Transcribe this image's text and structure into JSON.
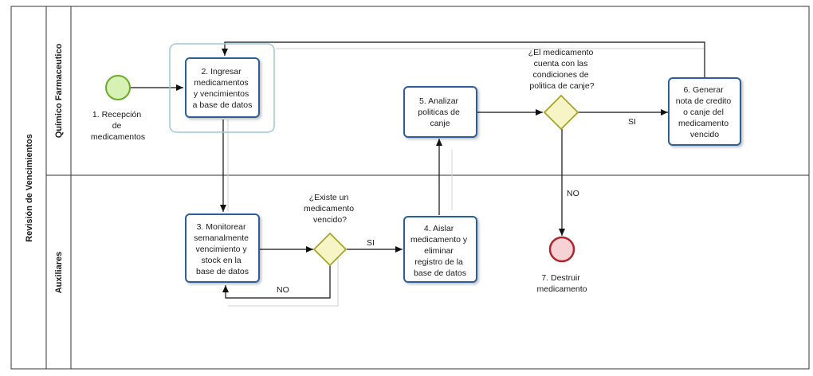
{
  "pool": {
    "title": "Revisión de Vencimientos"
  },
  "lanes": [
    {
      "title": "Químico Farmaceutico"
    },
    {
      "title": "Auxiliares"
    }
  ],
  "events": {
    "start": {
      "lines": [
        "1. Recepción",
        "de",
        "medicamentos"
      ]
    },
    "end": {
      "lines": [
        "7. Destruir",
        "medicamento"
      ]
    }
  },
  "tasks": {
    "t2": {
      "lines": [
        "2. Ingresar",
        "medicamentos",
        "y vencimientos",
        "a base de datos"
      ]
    },
    "t3": {
      "lines": [
        "3. Monitorear",
        "semanalmente",
        "vencimiento y",
        "stock  en la",
        "base de datos"
      ]
    },
    "t4": {
      "lines": [
        "4. Aislar",
        "medicamento y",
        "eliminar",
        "registro de la",
        "base de datos"
      ]
    },
    "t5": {
      "lines": [
        "5. Analizar",
        "politicas de",
        "canje"
      ]
    },
    "t6": {
      "lines": [
        "6. Generar",
        "nota de credito",
        "o  canje del",
        "medicamento",
        "vencido"
      ]
    }
  },
  "gateways": {
    "g1": {
      "question": [
        "¿Existe un",
        "medicamento",
        "vencido?"
      ]
    },
    "g2": {
      "question": [
        "¿El medicamento",
        "cuenta con las",
        "condiciones de",
        "politica de canje?"
      ]
    }
  },
  "flow_labels": {
    "g1_yes": "SI",
    "g1_no": "NO",
    "g2_yes": "SI",
    "g2_no": "NO"
  },
  "colors": {
    "task_border": "#2a5f99",
    "gateway_fill": "#f7f5c6",
    "gateway_border": "#a5a52a",
    "start_fill": "#d7f0b4",
    "start_border": "#6aaa2a",
    "end_fill": "#f7d2d4",
    "end_border": "#b0242d",
    "selection": "#9fc6da"
  }
}
